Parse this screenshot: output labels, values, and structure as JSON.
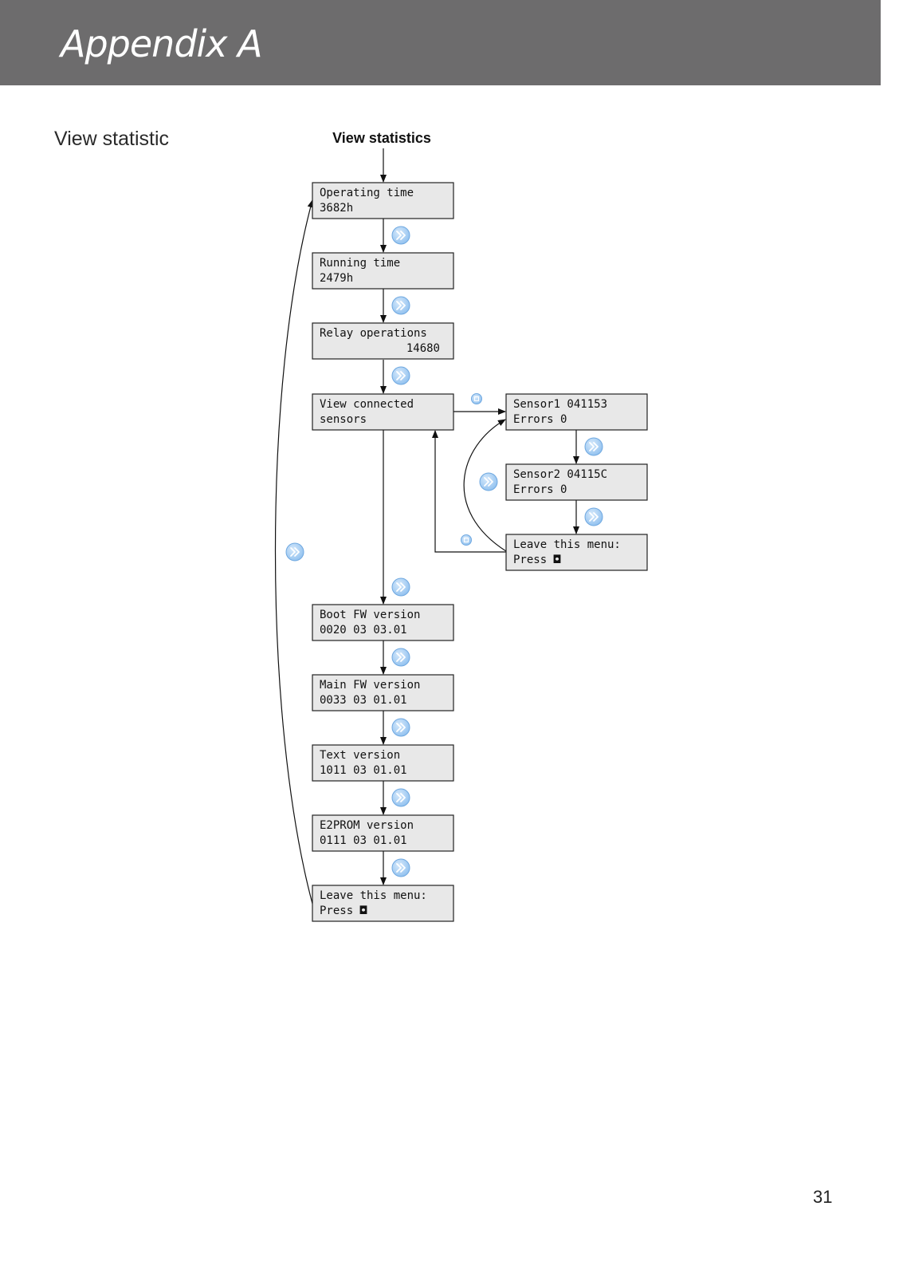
{
  "header": {
    "title": "Appendix A"
  },
  "section": {
    "title": "View statistic"
  },
  "diagram": {
    "title": "View statistics",
    "screens": [
      {
        "id": "operating-time",
        "line1": "Operating time",
        "line2": "3682h"
      },
      {
        "id": "running-time",
        "line1": "Running time",
        "line2": "2479h"
      },
      {
        "id": "relay-operations",
        "line1": "Relay operations",
        "line2": "14680"
      },
      {
        "id": "view-connected-sensors",
        "line1": "View connected",
        "line2": "sensors"
      },
      {
        "id": "sensor1",
        "line1": "Sensor1   041153",
        "line2": "Errors         0"
      },
      {
        "id": "sensor2",
        "line1": "Sensor2   04115C",
        "line2": "Errors         0"
      },
      {
        "id": "leave-sensors-menu",
        "line1": "Leave this menu:",
        "line2": "Press ◘"
      },
      {
        "id": "boot-fw-version",
        "line1": "Boot FW version",
        "line2": "0020 03 03.01"
      },
      {
        "id": "main-fw-version",
        "line1": "Main FW version",
        "line2": "0033 03 01.01"
      },
      {
        "id": "text-version",
        "line1": "Text version",
        "line2": "1011 03 01.01"
      },
      {
        "id": "e2prom-version",
        "line1": "E2PROM version",
        "line2": "0111 03 01.01"
      },
      {
        "id": "leave-main-menu",
        "line1": "Leave this menu:",
        "line2": "Press ◘"
      }
    ],
    "icons": {
      "next": "double-chevron-right-icon",
      "select": "square-button-icon"
    }
  },
  "footer": {
    "page_number": "31"
  }
}
